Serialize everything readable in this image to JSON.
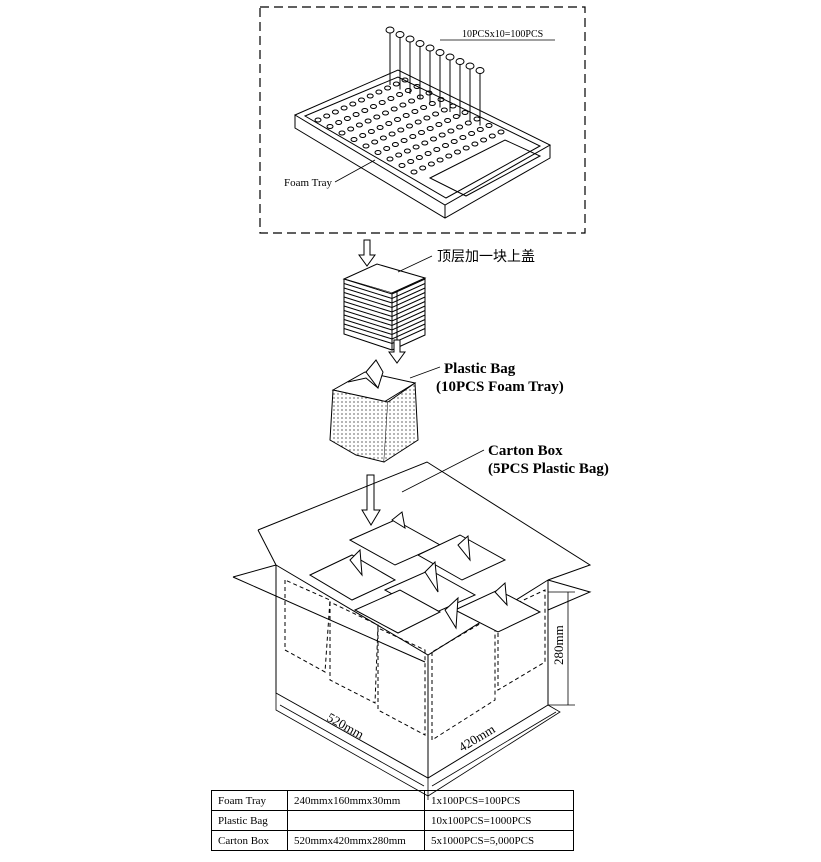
{
  "labels": {
    "count": "10PCSx10=100PCS",
    "foam_tray": "Foam Tray",
    "top_cover": "顶层加一块上盖",
    "plastic_bag": "Plastic Bag",
    "plastic_bag_sub": "(10PCS Foam Tray)",
    "carton_box": "Carton Box",
    "carton_box_sub": "(5PCS Plastic Bag)",
    "dim_height": "280mm",
    "dim_length": "520mm",
    "dim_width": "420mm"
  },
  "table": {
    "rows": [
      {
        "name": "Foam Tray",
        "size": "240mmx160mmx30mm",
        "qty": "1x100PCS=100PCS"
      },
      {
        "name": "Plastic Bag",
        "size": "",
        "qty": "10x100PCS=1000PCS"
      },
      {
        "name": "Carton Box",
        "size": "520mmx420mmx280mm",
        "qty": "5x1000PCS=5,000PCS"
      }
    ]
  }
}
